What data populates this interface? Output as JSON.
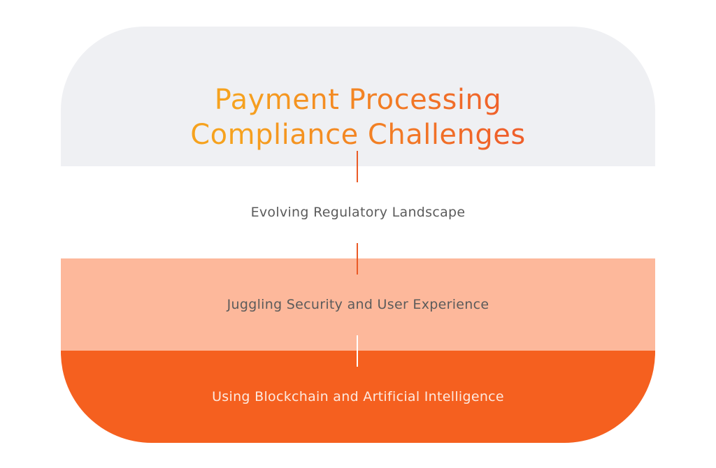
{
  "title": {
    "line1": "Payment Processing",
    "line2": "Compliance Challenges"
  },
  "steps": [
    {
      "label": "Evolving Regulatory Landscape"
    },
    {
      "label": "Juggling Security and User Experience"
    },
    {
      "label": "Using Blockchain and Artificial Intelligence"
    }
  ],
  "colors": {
    "header_bg": "#eff0f3",
    "step2_bg": "#fdb89b",
    "step3_bg": "#f5601f",
    "accent": "#ef5f2a"
  }
}
